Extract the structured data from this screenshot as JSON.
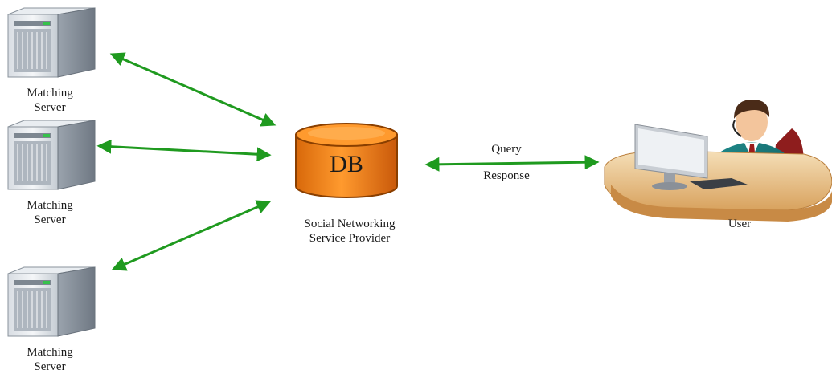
{
  "servers": [
    {
      "label": "Matching\nServer"
    },
    {
      "label": "Matching\nServer"
    },
    {
      "label": "Matching\nServer"
    }
  ],
  "db": {
    "label": "DB",
    "caption": "Social Networking\nService Provider",
    "fill": "#f07c10",
    "stroke": "#8a3f00"
  },
  "link": {
    "upper_label": "Query",
    "lower_label": "Response",
    "arrow_color": "#1f9a1f"
  },
  "user": {
    "label": "User"
  }
}
